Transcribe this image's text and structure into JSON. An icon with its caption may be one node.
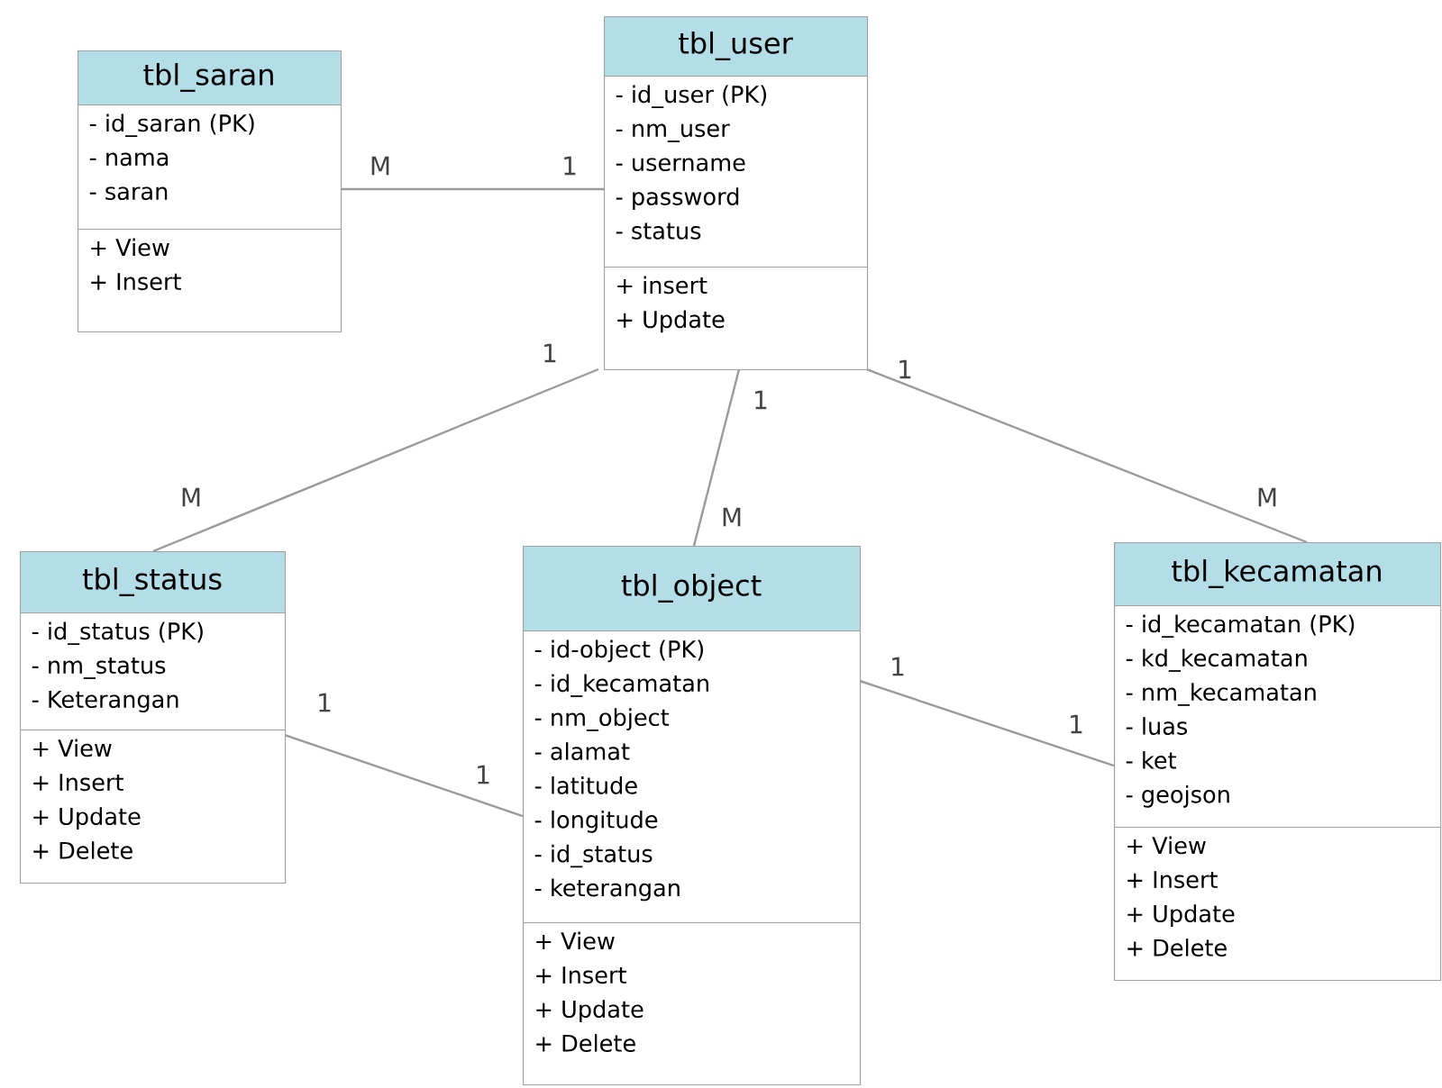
{
  "diagram": {
    "nodes": [
      {
        "text": [
          "tbl_saran"
        ]
      },
      {
        "text": [
          "- id_saran (PK)",
          "- nama",
          "- saran"
        ],
        "in": 0
      },
      {
        "text": [
          "+ View",
          "+ Insert"
        ],
        "in": 0
      },
      {
        "text": [
          "tbl_user"
        ]
      },
      {
        "text": [
          "- id_user (PK)",
          "- nm_user",
          "- username",
          "- password",
          "- status"
        ],
        "in": 3
      },
      {
        "text": [
          "+ insert",
          "+ Update"
        ],
        "in": 3
      },
      {
        "text": [
          "tbl_status"
        ]
      },
      {
        "text": [
          "- id_status (PK)",
          "- nm_status",
          "- Keterangan"
        ],
        "in": 6
      },
      {
        "text": [
          "+ View",
          "+ Insert",
          "+ Update",
          "+ Delete"
        ],
        "in": 6
      },
      {
        "text": [
          "tbl_object"
        ]
      },
      {
        "text": [
          "- id-object (PK)",
          "- id_kecamatan",
          "- nm_object",
          "- alamat",
          "- latitude",
          "- longitude",
          "- id_status",
          "- keterangan"
        ],
        "in": 9
      },
      {
        "text": [
          "+ View",
          "+ Insert",
          "+ Update",
          "+ Delete"
        ],
        "in": 9
      },
      {
        "text": [
          "tbl_kecamatan"
        ]
      },
      {
        "text": [
          "- id_kecamatan (PK)",
          "- kd_kecamatan",
          "- nm_kecamatan",
          "- luas",
          "- ket",
          "- geojson"
        ],
        "in": 12
      },
      {
        "text": [
          "+ View",
          "+ Insert",
          "+ Update",
          "+ Delete"
        ],
        "in": 12
      }
    ],
    "edges": [
      {
        "from": 0,
        "to": 3,
        "arrow": "none"
      },
      {
        "from": 3,
        "to": 6,
        "arrow": "none"
      },
      {
        "from": 3,
        "to": 9,
        "arrow": "none"
      },
      {
        "from": 3,
        "to": 12,
        "arrow": "none"
      },
      {
        "from": 6,
        "to": 9,
        "arrow": "none"
      },
      {
        "from": 9,
        "to": 12,
        "arrow": "none"
      }
    ],
    "labels": [
      "M",
      "1",
      "1",
      "1",
      "1",
      "M",
      "M",
      "M",
      "1",
      "1",
      "1",
      "1"
    ]
  }
}
